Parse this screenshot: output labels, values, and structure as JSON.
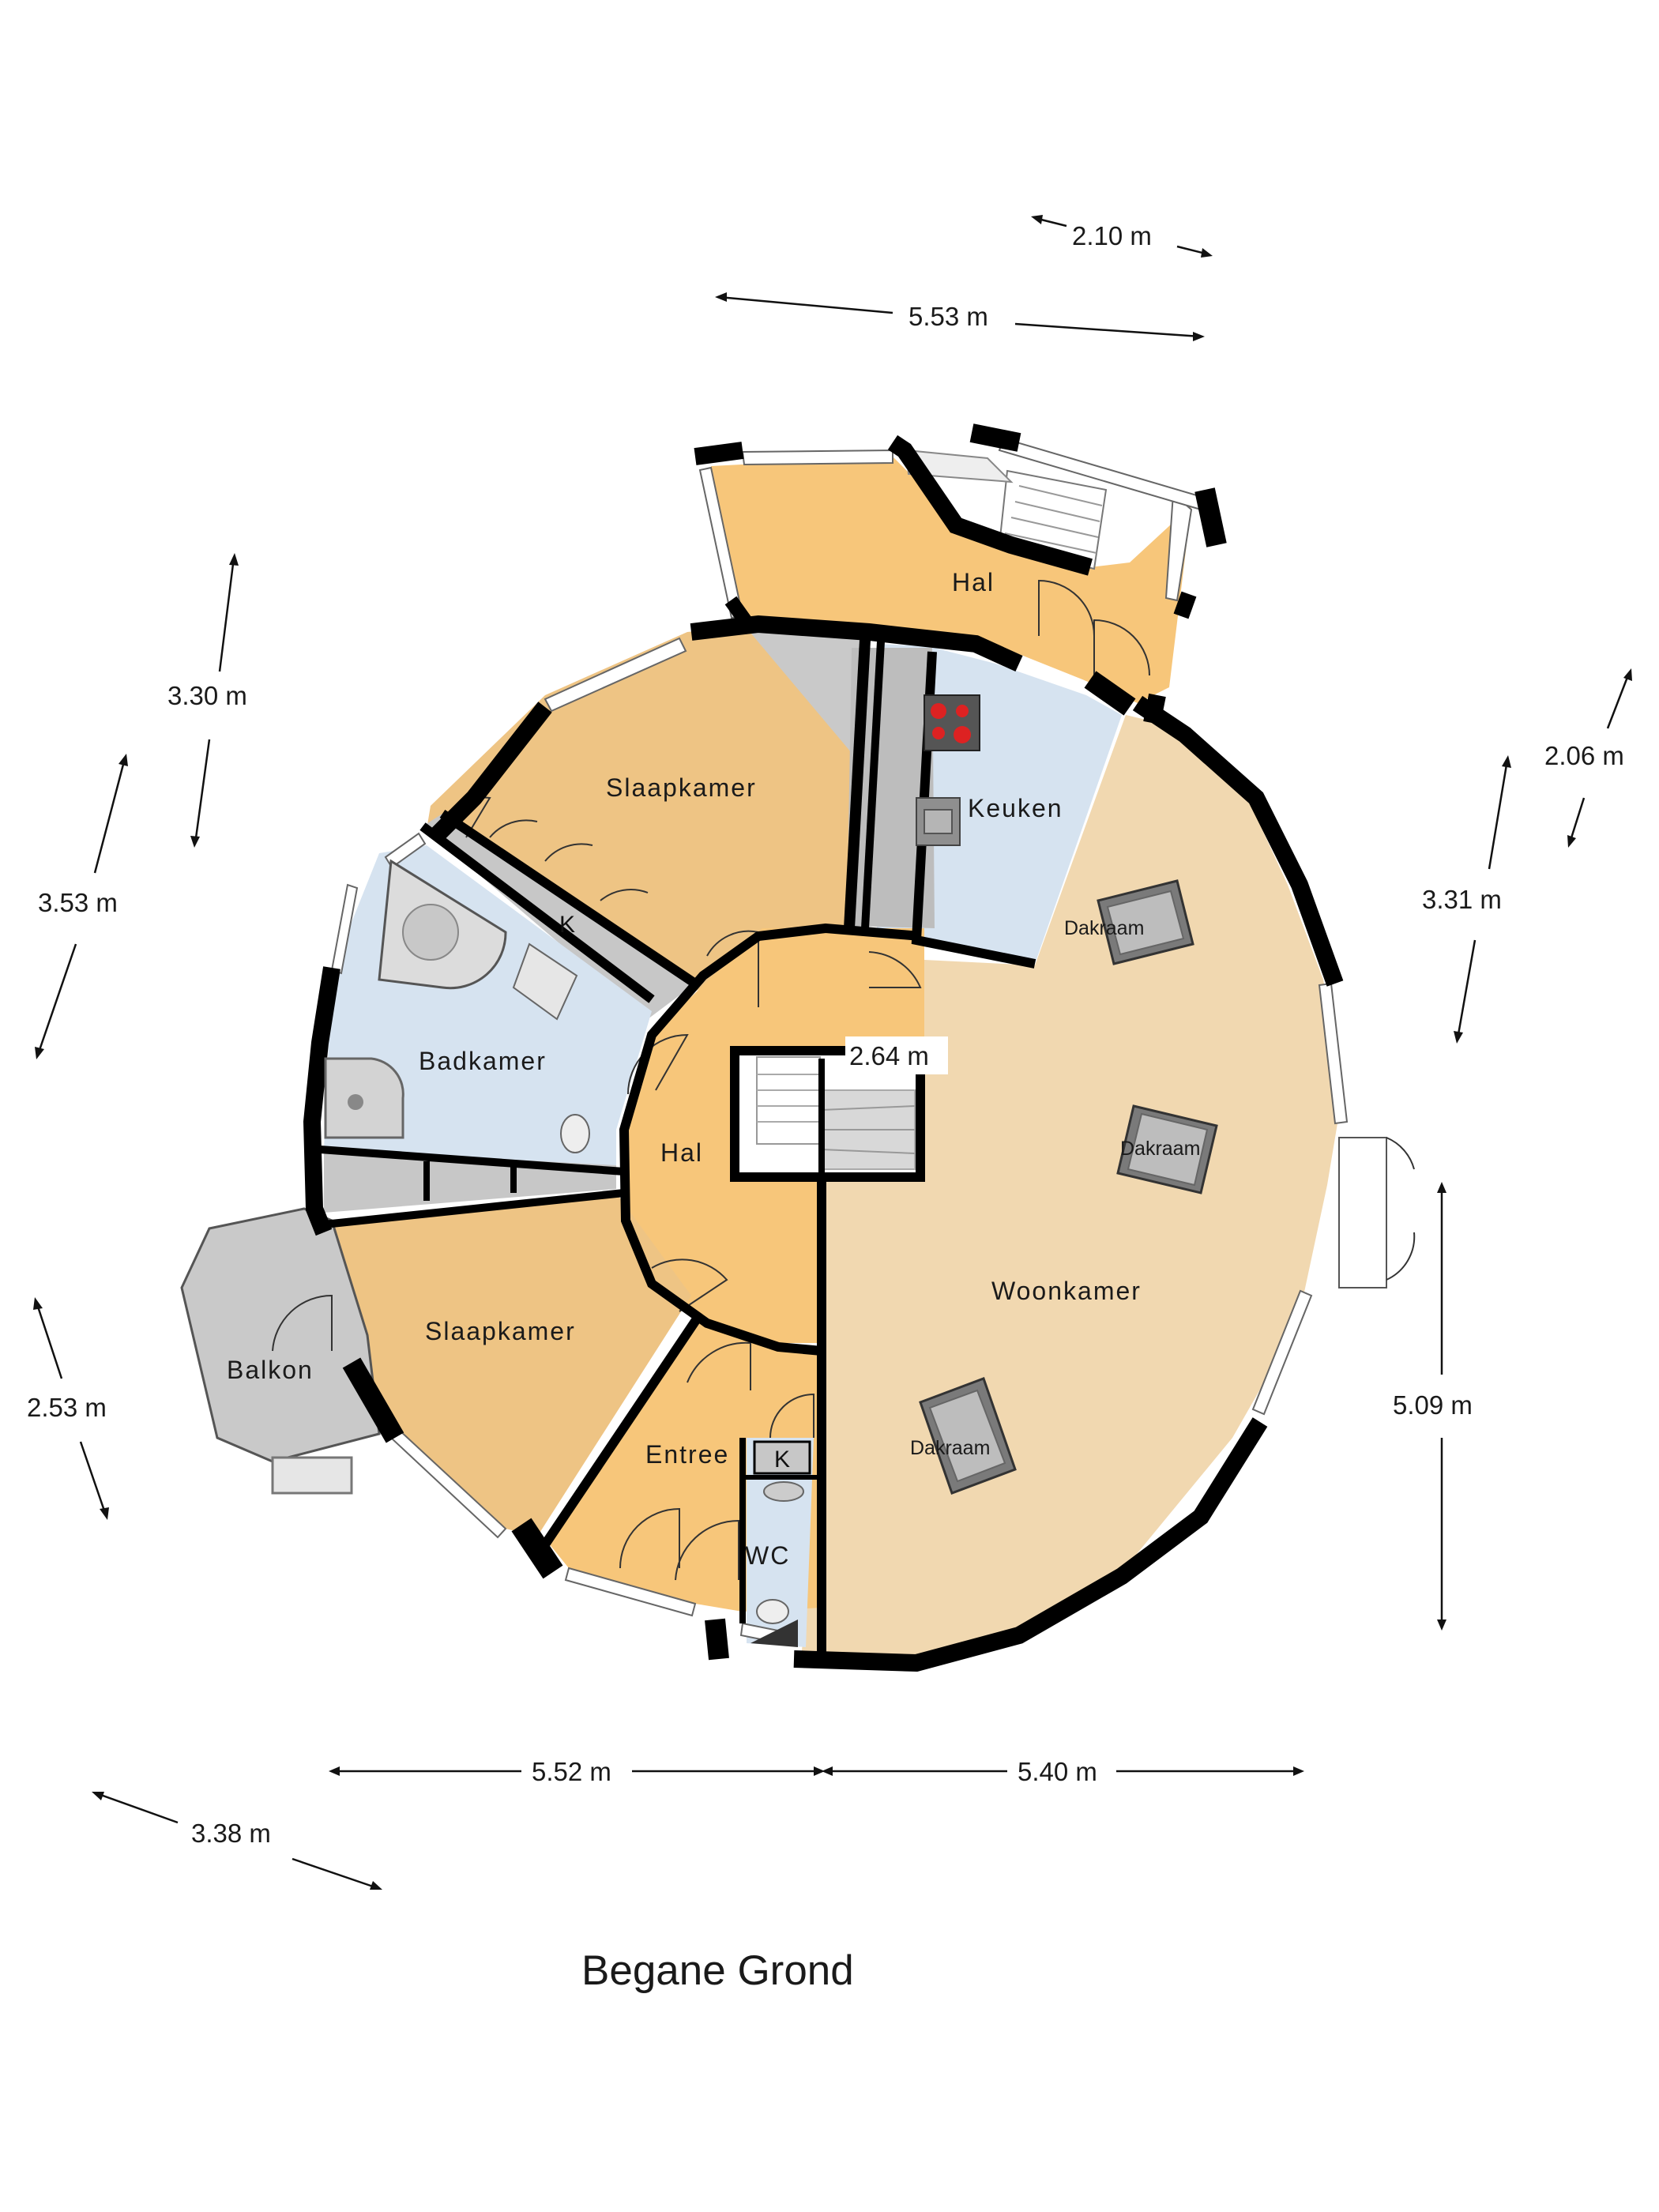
{
  "title": "Begane Grond",
  "colors": {
    "orange": "#F7C67A",
    "tan": "#EEC484",
    "beige": "#F1D8B0",
    "blue": "#D6E3F0",
    "grey": "#C7C7C7",
    "wall": "#000000"
  },
  "rooms": {
    "hal_top": "Hal",
    "slaapkamer_top": "Slaapkamer",
    "keuken": "Keuken",
    "badkamer": "Badkamer",
    "hal_center": "Hal",
    "woonkamer": "Woonkamer",
    "slaapkamer_bottom": "Slaapkamer",
    "balkon": "Balkon",
    "entree": "Entree",
    "wc": "WC"
  },
  "labels": {
    "k_closet_top": "K",
    "k_closet_entree": "K",
    "dakraam_1": "Dakraam",
    "dakraam_2": "Dakraam",
    "dakraam_3": "Dakraam"
  },
  "dimensions": {
    "top_short": "2.10 m",
    "top_long": "5.53 m",
    "left_upper": "3.30 m",
    "left_middle": "3.53 m",
    "right_upper_diag": "2.06 m",
    "right_upper": "3.31 m",
    "stair_inner": "2.64 m",
    "right_lower": "5.09 m",
    "left_lower": "2.53 m",
    "bottom_left": "5.52 m",
    "bottom_right": "5.40 m",
    "bottom_diag": "3.38 m"
  },
  "icons": {
    "stove": "stove-icon",
    "sink": "sink-icon",
    "bathtub": "bathtub-icon",
    "shower": "shower-icon",
    "toilet": "toilet-icon",
    "stairs": "stairs-icon"
  }
}
